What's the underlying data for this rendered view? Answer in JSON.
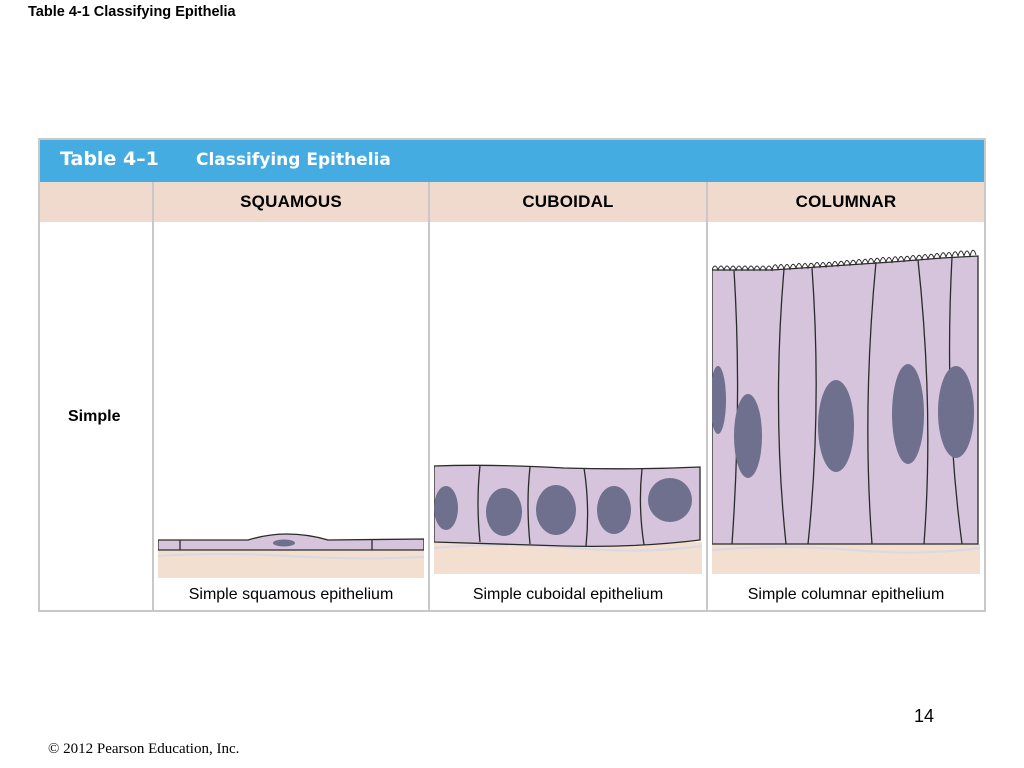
{
  "slide": {
    "title": "Table 4-1  Classifying Epithelia",
    "page_number": "14",
    "copyright": "© 2012 Pearson Education, Inc."
  },
  "table": {
    "number": "Table 4–1",
    "title": "Classifying Epithelia",
    "columns": [
      "SQUAMOUS",
      "CUBOIDAL",
      "COLUMNAR"
    ],
    "rows": [
      {
        "label": "Simple",
        "captions": [
          "Simple squamous epithelium",
          "Simple cuboidal epithelium",
          "Simple columnar epithelium"
        ]
      }
    ]
  },
  "colors": {
    "banner": "#44ace1",
    "header_row": "#efdacd",
    "cell_cytoplasm": "#d6c4dd",
    "nucleus": "#6f6f8e",
    "connective_tissue": "#f2dfcf"
  }
}
